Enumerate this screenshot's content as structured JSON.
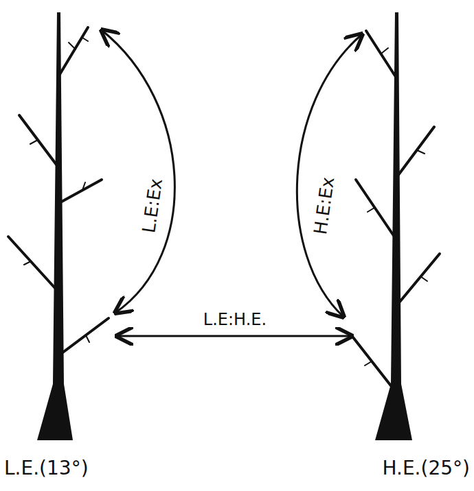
{
  "diagram": {
    "labels": [
      "L.E:Ex",
      "H.E:Ex",
      "L.E:H.E.",
      "L.E.(13°)",
      "H.E.(25°)"
    ]
  }
}
